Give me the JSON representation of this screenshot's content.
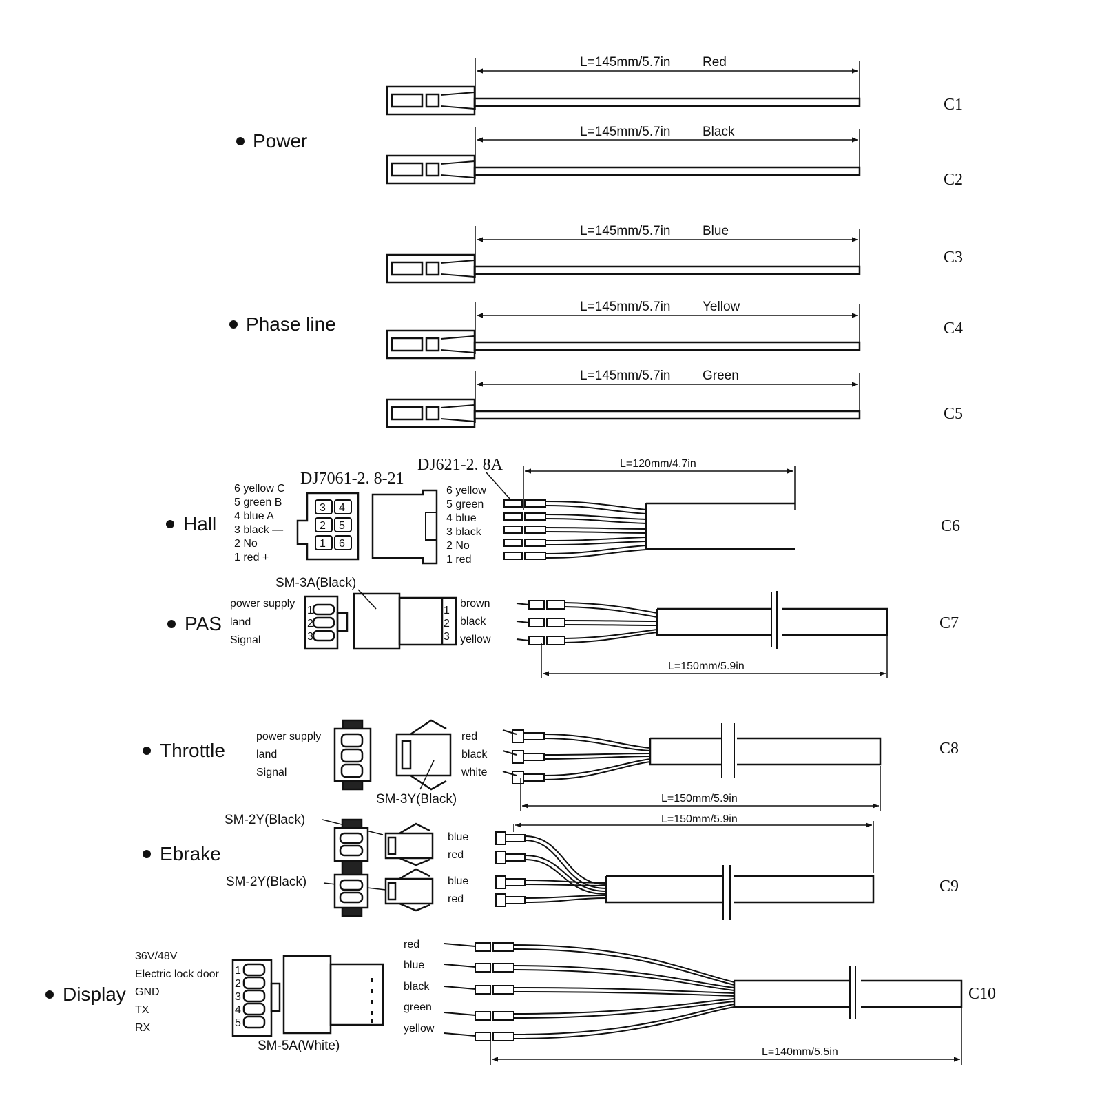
{
  "groups": {
    "power": "Power",
    "phase": "Phase line",
    "hall": "Hall",
    "pas": "PAS",
    "throttle": "Throttle",
    "ebrake": "Ebrake",
    "display": "Display"
  },
  "wires": [
    {
      "id": "C1",
      "length": "L=145mm/5.7in",
      "color": "Red"
    },
    {
      "id": "C2",
      "length": "L=145mm/5.7in",
      "color": "Black"
    },
    {
      "id": "C3",
      "length": "L=145mm/5.7in",
      "color": "Blue"
    },
    {
      "id": "C4",
      "length": "L=145mm/5.7in",
      "color": "Yellow"
    },
    {
      "id": "C5",
      "length": "L=145mm/5.7in",
      "color": "Green"
    }
  ],
  "hall": {
    "id": "C6",
    "connector_left": "DJ7061-2. 8-21",
    "connector_right": "DJ621-2. 8A",
    "length": "L=120mm/4.7in",
    "pins_left": [
      "6 yellow C",
      "5 green B",
      "4 blue A",
      "3 black —",
      "2 No",
      "1 red +"
    ],
    "pins_right": [
      "6 yellow",
      "5 green",
      "4 blue",
      "3 black",
      "2 No",
      "1 red"
    ],
    "pin_numbers": [
      "3",
      "4",
      "2",
      "5",
      "1",
      "6"
    ]
  },
  "pas": {
    "id": "C7",
    "connector": "SM-3A(Black)",
    "length": "L=150mm/5.9in",
    "functions": [
      "power supply",
      "land",
      "Signal"
    ],
    "wires": [
      "brown",
      "black",
      "yellow"
    ],
    "pin_numbers": [
      "1",
      "2",
      "3"
    ]
  },
  "throttle": {
    "id": "C8",
    "connector": "SM-3Y(Black)",
    "length": "L=150mm/5.9in",
    "functions": [
      "power supply",
      "land",
      "Signal"
    ],
    "wires": [
      "red",
      "black",
      "white"
    ]
  },
  "ebrake": {
    "id": "C9",
    "connector_top": "SM-2Y(Black)",
    "connector_bottom": "SM-2Y(Black)",
    "length": "L=150mm/5.9in",
    "wires_top": [
      "blue",
      "red"
    ],
    "wires_bottom": [
      "blue",
      "red"
    ]
  },
  "display": {
    "id": "C10",
    "connector": "SM-5A(White)",
    "length": "L=140mm/5.5in",
    "functions": [
      "36V/48V",
      "Electric lock door",
      "GND",
      "TX",
      "RX"
    ],
    "wires": [
      "red",
      "blue",
      "black",
      "green",
      "yellow"
    ],
    "pin_numbers": [
      "1",
      "2",
      "3",
      "4",
      "5"
    ]
  }
}
